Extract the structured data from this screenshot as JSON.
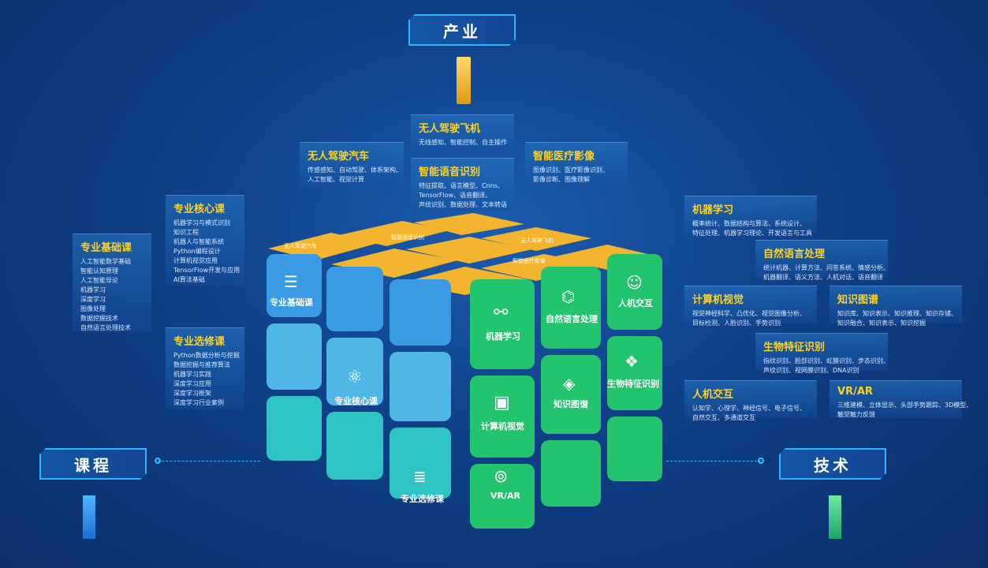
{
  "labels": {
    "industry": "产业",
    "course": "课程",
    "tech": "技术"
  },
  "industry": [
    {
      "title": "无人驾驶飞机",
      "lines": [
        "无线感知、智能控制、自主操作"
      ]
    },
    {
      "title": "无人驾驶汽车",
      "lines": [
        "传感感知、自动驾驶、体系架构、",
        "人工智能、视觉计算"
      ]
    },
    {
      "title": "智能语音识别",
      "lines": [
        "特征提取、语言模型、Cnns、",
        "TensorFlow、语音翻译、",
        "声纹识别、数据处理、文本转语"
      ]
    },
    {
      "title": "智能医疗影像",
      "lines": [
        "图像识别、医疗影像识别、",
        "影像诊断、图像理解"
      ]
    }
  ],
  "courses": [
    {
      "title": "专业核心课",
      "lines": [
        "机器学习与模式识别",
        "知识工程",
        "机器人与智能系统",
        "Python编程设计",
        "计算机视觉应用",
        "TensorFlow开发与应用",
        "AI算法基础"
      ]
    },
    {
      "title": "专业基础课",
      "lines": [
        "人工智能数学基础",
        "智能认知原理",
        "人工智能导论",
        "机器学习",
        "深度学习",
        "图像处理",
        "数据挖掘技术",
        "自然语言处理技术"
      ]
    },
    {
      "title": "专业选修课",
      "lines": [
        "Python数据分析与挖掘",
        "数据挖掘与推荐算法",
        "机器学习实践",
        "深度学习应用",
        "深度学习框架",
        "深度学习行业案例"
      ]
    }
  ],
  "tech": [
    {
      "title": "机器学习",
      "lines": [
        "概率统计、数据结构与算法、系统设计、",
        "特征处理、机器学习理论、开发语言与工具"
      ]
    },
    {
      "title": "自然语言处理",
      "lines": [
        "统计机器、计算方法、问答系统、情感分析、",
        "机器翻译、语义方法、人机对话、语音翻译"
      ]
    },
    {
      "title": "计算机视觉",
      "lines": [
        "视觉神经科学、凸优化、视觉图像分析、",
        "目标检测、人脸识别、手势识别"
      ]
    },
    {
      "title": "知识图谱",
      "lines": [
        "知识库、知识表示、知识推理、知识存储、",
        "知识融合、知识表示、知识挖掘"
      ]
    },
    {
      "title": "生物特征识别",
      "lines": [
        "指纹识别、脸部识别、虹膜识别、步态识别、",
        "声纹识别、视网膜识别、DNA识别"
      ]
    },
    {
      "title": "人机交互",
      "lines": [
        "认知学、心理学、神经信号、电子信号、",
        "自然交互、多通道交互"
      ]
    },
    {
      "title": "VR/AR",
      "lines": [
        "三维建模、立体显示、头部手势跟踪、3D模型、",
        "触觉触力反馈"
      ]
    }
  ],
  "cube": {
    "left_faces": [
      "专业基础课",
      "专业核心课",
      "专业选修课"
    ],
    "right_faces": [
      "机器学习",
      "自然语言处理",
      "人机交互",
      "计算机视觉",
      "知识图谱",
      "生物特征识别",
      "VR/AR"
    ],
    "top_faces": [
      "无人驾驶汽车",
      "智能语音识别",
      "无人驾驶飞机",
      "智能医疗影像"
    ],
    "colors": {
      "blue": "#3a9be4",
      "teal": "#2ec4c4",
      "green": "#22c46e",
      "yellow": "#f4b52e"
    }
  }
}
